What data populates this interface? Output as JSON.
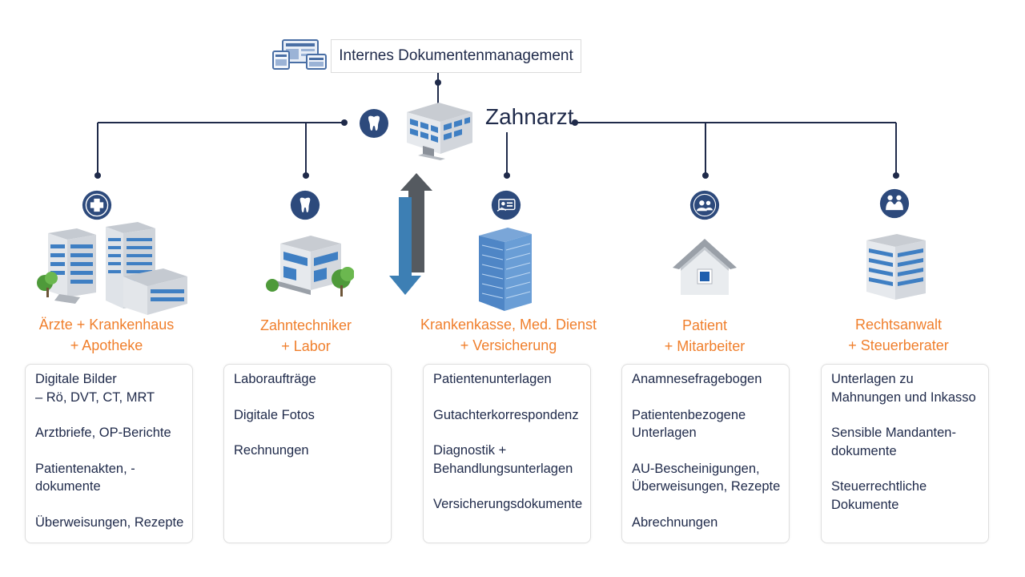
{
  "header": {
    "dms_label": "Internes Dokumentenmanagement",
    "center_title": "Zahnarzt"
  },
  "colors": {
    "navy": "#1f2a4a",
    "orange": "#f07f2c",
    "arrow_blue": "#3d7fb4",
    "arrow_gray": "#555a60"
  },
  "categories": [
    {
      "id": "aerzte",
      "icon": "medical-cross-icon",
      "title_line1": "Ärzte + Krankenhaus",
      "title_line2": "+ Apotheke",
      "items": [
        "Digitale Bilder\n– Rö, DVT, CT, MRT",
        "Arztbriefe, OP-Berichte",
        "Patientenakten, -\ndokumente",
        "Überweisungen, Rezepte"
      ]
    },
    {
      "id": "zahntechniker",
      "icon": "tooth-icon",
      "title_line1": "Zahntechniker",
      "title_line2": "+ Labor",
      "items": [
        "Laboraufträge",
        "Digitale Fotos",
        "Rechnungen"
      ]
    },
    {
      "id": "krankenkasse",
      "icon": "insurance-card-icon",
      "title_line1": "Krankenkasse, Med. Dienst",
      "title_line2": "+ Versicherung",
      "items": [
        "Patientenunterlagen",
        "Gutachterkorrespondenz",
        "Diagnostik +\nBehandlungsunterlagen",
        "Versicherungsdokumente"
      ]
    },
    {
      "id": "patient",
      "icon": "people-icon",
      "title_line1": "Patient",
      "title_line2": "+ Mitarbeiter",
      "items": [
        "Anamnesefragebogen",
        "Patientenbezogene\nUnterlagen",
        "AU-Bescheinigungen,\nÜberweisungen, Rezepte",
        "Abrechnungen"
      ]
    },
    {
      "id": "rechtsanwalt",
      "icon": "handshake-icon",
      "title_line1": "Rechtsanwalt",
      "title_line2": "+ Steuerberater",
      "items": [
        "Unterlagen zu\nMahnungen und Inkasso",
        "Sensible Mandanten-\ndokumente",
        "Steuerrechtliche\nDokumente"
      ]
    }
  ]
}
